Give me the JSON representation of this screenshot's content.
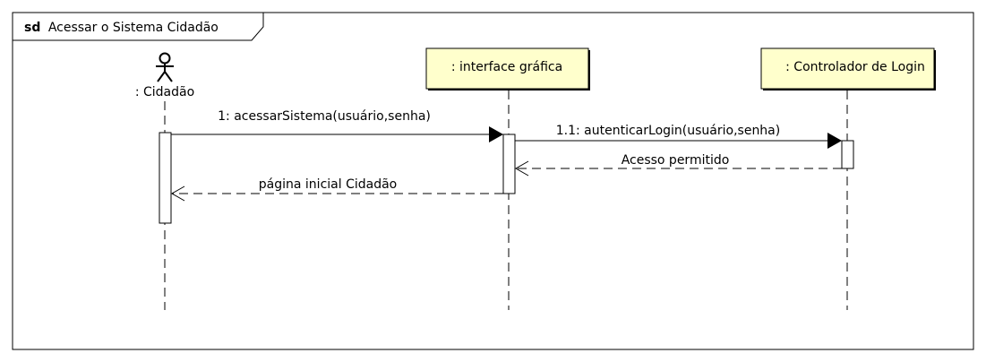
{
  "frame": {
    "keyword": "sd",
    "title": "Acessar o Sistema Cidadão"
  },
  "lifelines": {
    "actor_label": ": Cidadão",
    "interface_label": ": interface gráfica",
    "controller_label": ": Controlador de Login"
  },
  "messages": {
    "m1": "1: acessarSistema(usuário,senha)",
    "m11": "1.1: autenticarLogin(usuário,senha)",
    "r11": "Acesso permitido",
    "r1": "página inicial Cidadão"
  },
  "colors": {
    "participant_fill": "#ffffcc",
    "line": "#000000",
    "background": "#ffffff"
  }
}
